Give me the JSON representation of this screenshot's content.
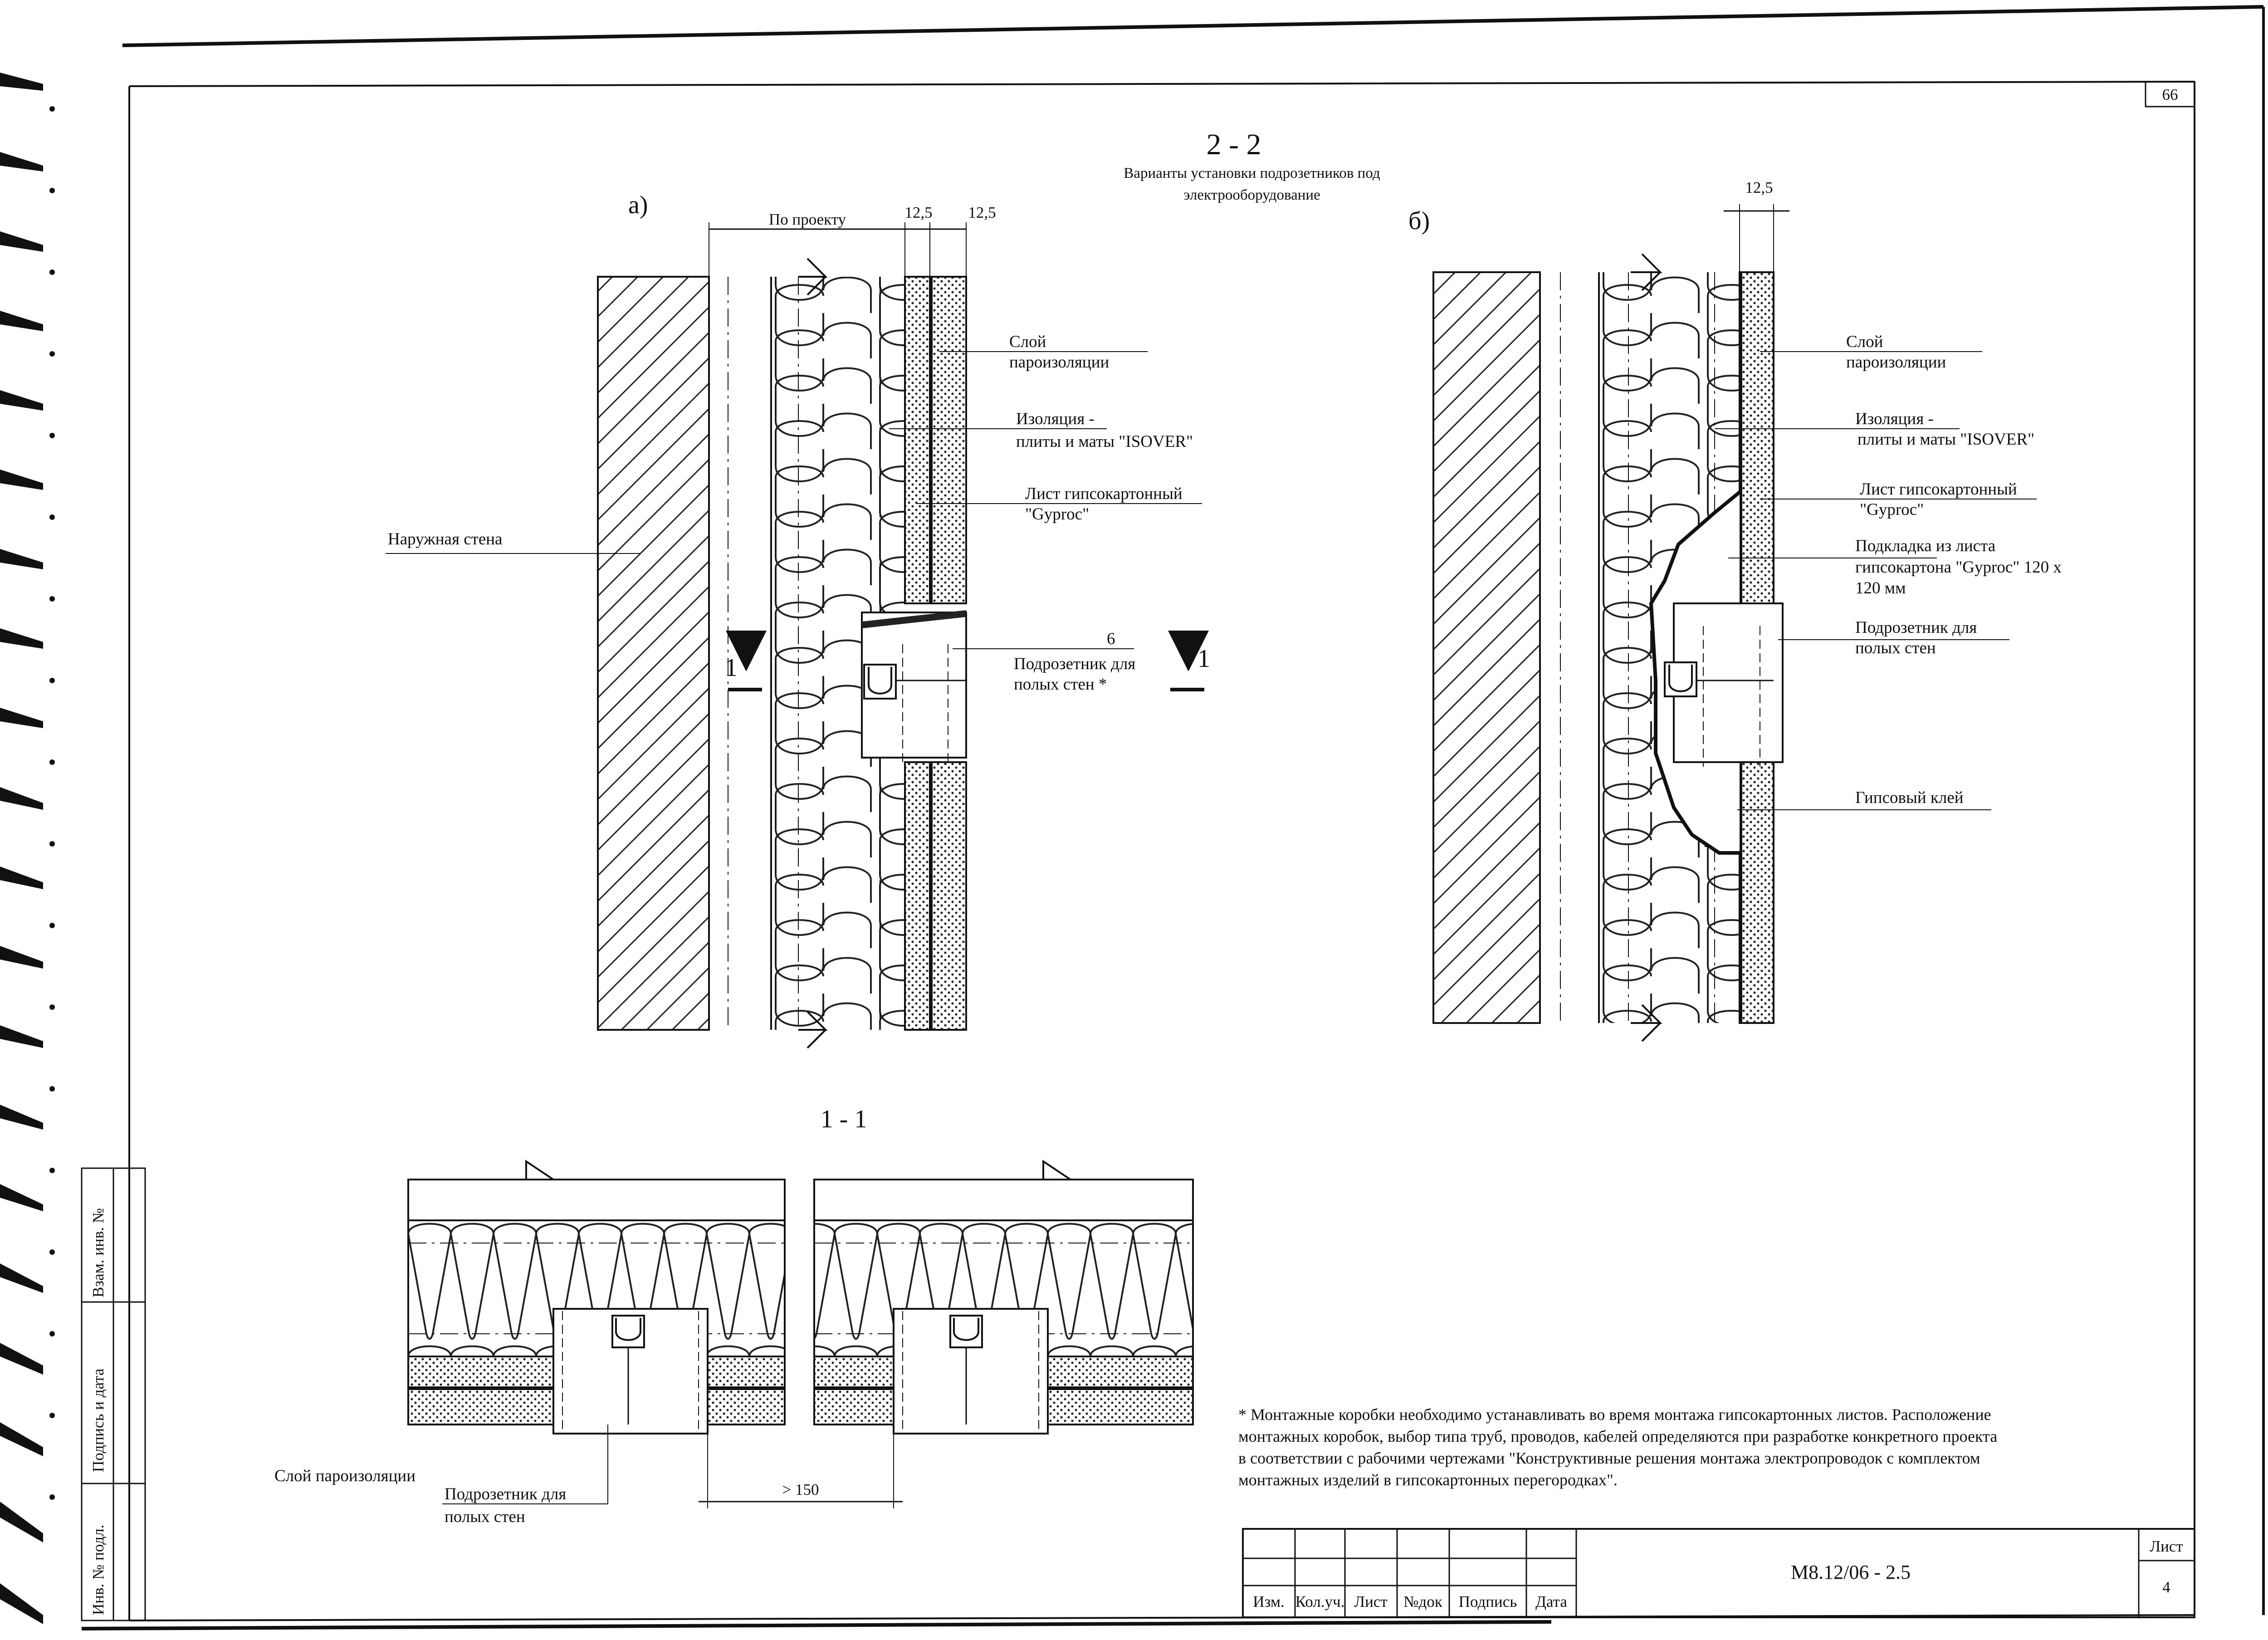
{
  "sheet": {
    "page_number": "66",
    "section_title": "2 - 2",
    "section_subtitle_line1": "Варианты установки подрозетников под",
    "section_subtitle_line2": "электрооборудование",
    "section_11_title": "1 - 1"
  },
  "variant_a": {
    "label": "а)",
    "dim_project": "По проекту",
    "dim_board1": "12,5",
    "dim_board2": "12,5",
    "callout_vapor_1": "Слой",
    "callout_vapor_2": "пароизоляции",
    "callout_insul_1": "Изоляция -",
    "callout_insul_2": "плиты и маты \"ISOVER\"",
    "callout_gkl_1": "Лист гипсокартонный",
    "callout_gkl_2": "\"Gyproc\"",
    "callout_wall": "Наружная стена",
    "callout_box_num": "6",
    "callout_box_1": "Подрозетник для",
    "callout_box_2": "полых стен *",
    "cut_mark_left": "1",
    "cut_mark_right": "1"
  },
  "variant_b": {
    "label": "б)",
    "dim_board": "12,5",
    "callout_vapor_1": "Слой",
    "callout_vapor_2": "пароизоляции",
    "callout_insul_1": "Изоляция -",
    "callout_insul_2": "плиты и маты \"ISOVER\"",
    "callout_gkl_1": "Лист гипсокартонный",
    "callout_gkl_2": "\"Gyproc\"",
    "callout_pad_1": "Подкладка из листа",
    "callout_pad_2": "гипсокартона \"Gyproc\"  120 х",
    "callout_pad_3": "120 мм",
    "callout_box_1": "Подрозетник для",
    "callout_box_2": "полых стен",
    "callout_glue": "Гипсовый клей"
  },
  "section_11": {
    "callout_vapor": "Слой пароизоляции",
    "callout_box_1": "Подрозетник для",
    "callout_box_2": "полых стен",
    "dim_spacing": "> 150"
  },
  "note": {
    "line1": "* Монтажные коробки необходимо устанавливать во время монтажа гипсокартонных листов. Расположение",
    "line2": "монтажных коробок, выбор типа труб, проводов, кабелей определяются при разработке конкретного проекта",
    "line3": "в соответствии с рабочими чертежами \"Конструктивные решения монтажа электропроводок с комплектом",
    "line4": "монтажных  изделий в гипсокартонных перегородках\"."
  },
  "title_block": {
    "col_izm": "Изм.",
    "col_kol": "Кол.уч.",
    "col_list": "Лист",
    "col_ndok": "№док",
    "col_podpis": "Подпись",
    "col_data": "Дата",
    "doc_code": "М8.12/06 - 2.5",
    "sheet_label": "Лист",
    "sheet_number": "4"
  },
  "side_stamp": {
    "vzam": "Взам. инв. №",
    "podpis_data": "Подпись и дата",
    "inv_podl": "Инв. № подл."
  }
}
